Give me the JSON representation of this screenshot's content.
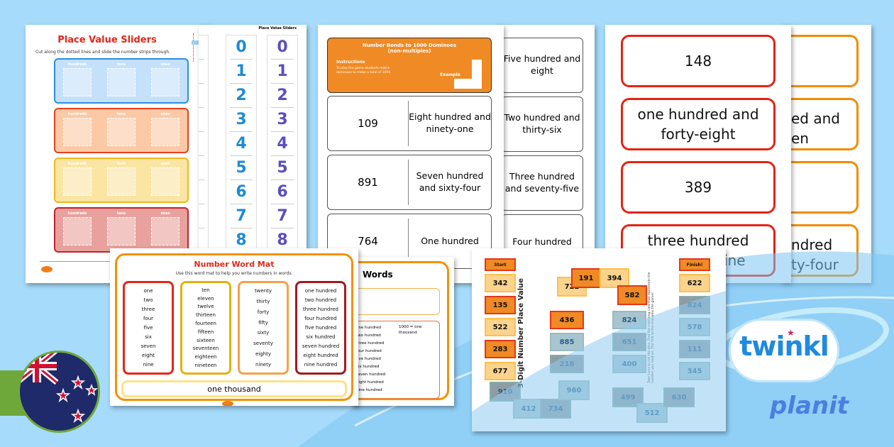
{
  "place_value_sliders": {
    "title": "Place Value Sliders",
    "subtitle": "Cut along the dotted lines and slide the number strips through.",
    "rows": [
      {
        "color": "#2a8fe0",
        "fill": "#c4e0fa",
        "labels": [
          "hundreds",
          "tens",
          "ones"
        ]
      },
      {
        "color": "#e8401c",
        "fill": "#fbc9a5",
        "labels": [
          "hundreds",
          "tens",
          "ones"
        ]
      },
      {
        "color": "#f2b71a",
        "fill": "#fbe5a3",
        "labels": [
          "hundreds",
          "tens",
          "ones"
        ]
      },
      {
        "color": "#c4232a",
        "fill": "#e8a19c",
        "labels": [
          "hundreds",
          "tens",
          "ones"
        ]
      }
    ],
    "strips_header": "Place Value Sliders",
    "digits": [
      "0",
      "1",
      "2",
      "3",
      "4",
      "5",
      "6",
      "7",
      "8"
    ],
    "strip_colors": [
      "#2e9b28",
      "#1d8ad6",
      "#5a4fbf"
    ]
  },
  "dominoes": {
    "title": "Number Bonds to 1000 Dominoes",
    "title_line2": "(non-multiples)",
    "instructions_label": "Instructions",
    "instructions_text": "To play the game students match dominoes to make a total of 1000.",
    "example_label": "Example",
    "rows": [
      {
        "number": "109",
        "words": "Eight hundred and ninety-one"
      },
      {
        "number": "891",
        "words": "Seven hundred and sixty-four"
      },
      {
        "number": "764",
        "words": "One hundred"
      }
    ],
    "back_rows": [
      "Five hundred and eight",
      "Two hundred and thirty-six",
      "Three hundred and seventy-five",
      "Four hundred"
    ]
  },
  "cards": {
    "front": [
      "148",
      "one hundred and forty-eight",
      "389",
      "three hundred"
    ],
    "front_partial_last": "nine",
    "back": [
      "",
      "ed and",
      "",
      "ndred"
    ],
    "back_line2": [
      "",
      "en",
      "",
      "ty-four"
    ]
  },
  "word_mat": {
    "title": "Number Word Mat",
    "subtitle": "Use this word mat to help you write numbers in words.",
    "columns": [
      {
        "color": "#e32718",
        "words": [
          "one",
          "two",
          "three",
          "four",
          "five",
          "six",
          "seven",
          "eight",
          "nine"
        ]
      },
      {
        "color": "#e6b012",
        "words": [
          "ten",
          "eleven",
          "twelve",
          "thirteen",
          "fourteen",
          "fifteen",
          "sixteen",
          "seventeen",
          "eighteen",
          "nineteen"
        ]
      },
      {
        "color": "#f5a04a",
        "words": [
          "twenty",
          "thirty",
          "forty",
          "fifty",
          "sixty",
          "seventy",
          "eighty",
          "ninety"
        ]
      },
      {
        "color": "#a11a1f",
        "words": [
          "one hundred",
          "two hundred",
          "three hundred",
          "four hundred",
          "five hundred",
          "six hundred",
          "seven hundred",
          "eight hundred",
          "nine hundred"
        ]
      }
    ],
    "thousand": "one thousand"
  },
  "words_sheet": {
    "title": "Words",
    "hundreds": [
      "one hundred",
      "two hundred",
      "three hundred",
      "four hundred",
      "five hundred",
      "six hundred",
      "seven hundred",
      "eight hundred",
      "nine hundred"
    ],
    "thousand_note": "1000 = one thousand"
  },
  "game_board": {
    "title": "3-Digit Number Place Value",
    "start": "Start",
    "finish": "Finish!",
    "instructions": "Take turns to roll the dice. Find the matching card that represents the number you land on. The first to the end wins the game!",
    "left_column": [
      "342",
      "135",
      "522",
      "283",
      "677"
    ],
    "arc_top": [
      "722",
      "191",
      "394",
      "582"
    ],
    "inner_left": [
      "436",
      "885",
      "218"
    ],
    "bottom_left": [
      "910",
      "412",
      "734",
      "960"
    ],
    "inner_right": [
      "824",
      "651",
      "400"
    ],
    "bottom_right": [
      "499",
      "512",
      "630"
    ],
    "right_column": [
      "622",
      "824",
      "578",
      "111",
      "345"
    ]
  },
  "branding": {
    "logo_word": "twinkl",
    "sub_word": "planit",
    "flag": "New Zealand"
  }
}
